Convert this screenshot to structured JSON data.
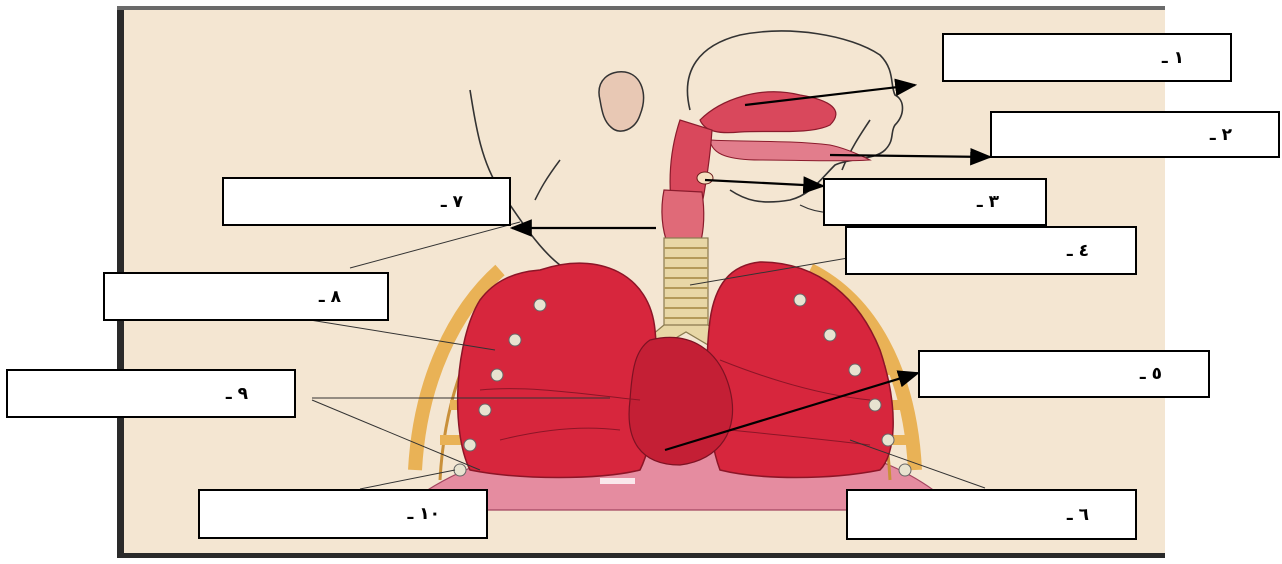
{
  "diagram": {
    "labels": [
      "١ ـ",
      "٢ ـ",
      "٣ ـ",
      "٤ ـ",
      "٥ ـ",
      "٦ ـ",
      "٧ ـ",
      "٨ ـ",
      "٩ ـ",
      "١٠ ـ"
    ]
  },
  "colors": {
    "paper": "#f4e6d2",
    "lung": "#d7263d",
    "lung_dark": "#a11a2c",
    "rib": "#e9b256",
    "trachea": "#e8d7a6",
    "nose_mouth": "#d9485c",
    "diaphragm": "#e58ca0",
    "outline": "#222222"
  }
}
